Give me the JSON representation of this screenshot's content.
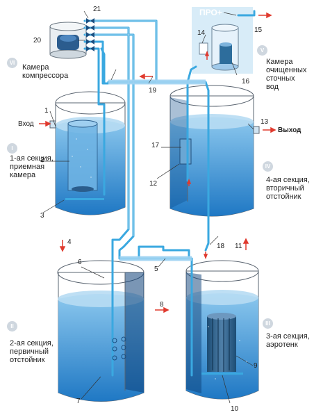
{
  "numbers": [
    "1",
    "2",
    "3",
    "4",
    "5",
    "6",
    "7",
    "8",
    "9",
    "10",
    "11",
    "12",
    "13",
    "14",
    "15",
    "16",
    "17",
    "18",
    "19",
    "20",
    "21"
  ],
  "roman": [
    "I",
    "II",
    "III",
    "IV",
    "V",
    "VI"
  ],
  "labels": {
    "inlet": "Вход",
    "outlet": "Выход",
    "compressor": "Камера\nкомпрессора",
    "treated": "Камера\nочищенных\nсточных\nвод",
    "pro": "ПРО+",
    "section1": "1-ая секция,\nприемная\nкамера",
    "section2": "2-ая секция,\nпервичный\nотстойник",
    "section3": "3-ая секция,\nаэротенк",
    "section4": "4-ая секция,\nвторичный\nотстойник"
  },
  "colors": {
    "water": "#4b9fd8",
    "water_light": "#a9d3ef",
    "pipe": "#3aa8e0",
    "tank_outline": "#5a6470",
    "arrow": "#e03a2e",
    "roman_badge": "#cfd7df"
  }
}
